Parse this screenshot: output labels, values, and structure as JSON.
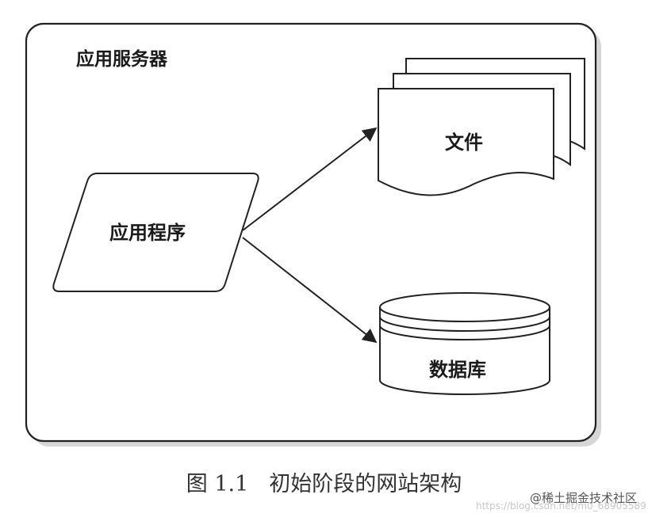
{
  "diagram": {
    "server_title": "应用服务器",
    "app_label": "应用程序",
    "files_label": "文件",
    "database_label": "数据库"
  },
  "caption": {
    "number": "图 1.1",
    "text": "初始阶段的网站架构"
  },
  "watermark": {
    "url": "https://blog.csdn.net/m0_68905589",
    "brand": "@稀土掘金技术社区"
  }
}
